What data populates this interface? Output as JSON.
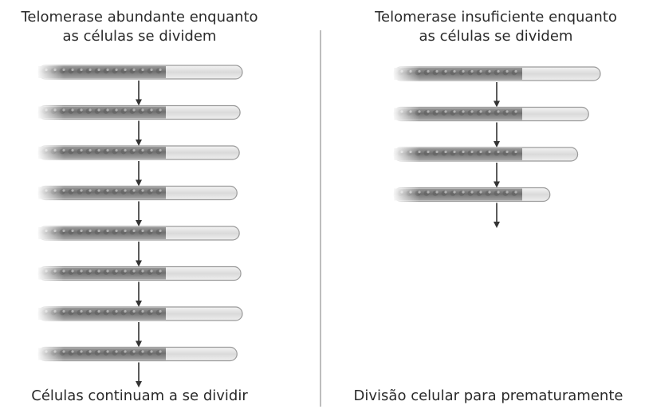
{
  "left_panel": {
    "title_line1": "Telomerase abundante enquanto",
    "title_line2": "as células se dividem",
    "caption": "Células continuam a se dividir",
    "telomere_lengths": [
      1.0,
      0.97,
      0.96,
      0.93,
      0.96,
      0.98,
      1.0,
      0.93
    ]
  },
  "right_panel": {
    "title_line1": "Telomerase insuficiente enquanto",
    "title_line2": "as células se dividem",
    "caption": "Divisão celular para prematuramente",
    "telomere_lengths": [
      1.0,
      0.85,
      0.71,
      0.42
    ]
  },
  "colors": {
    "chromatin_dark": "#7a7a7a",
    "chromatin_light": "#bdbdbd",
    "telomere": "#e6e6e6",
    "outline": "#9a9a9a",
    "arrow": "#333333",
    "divider": "#bdbdbd"
  }
}
